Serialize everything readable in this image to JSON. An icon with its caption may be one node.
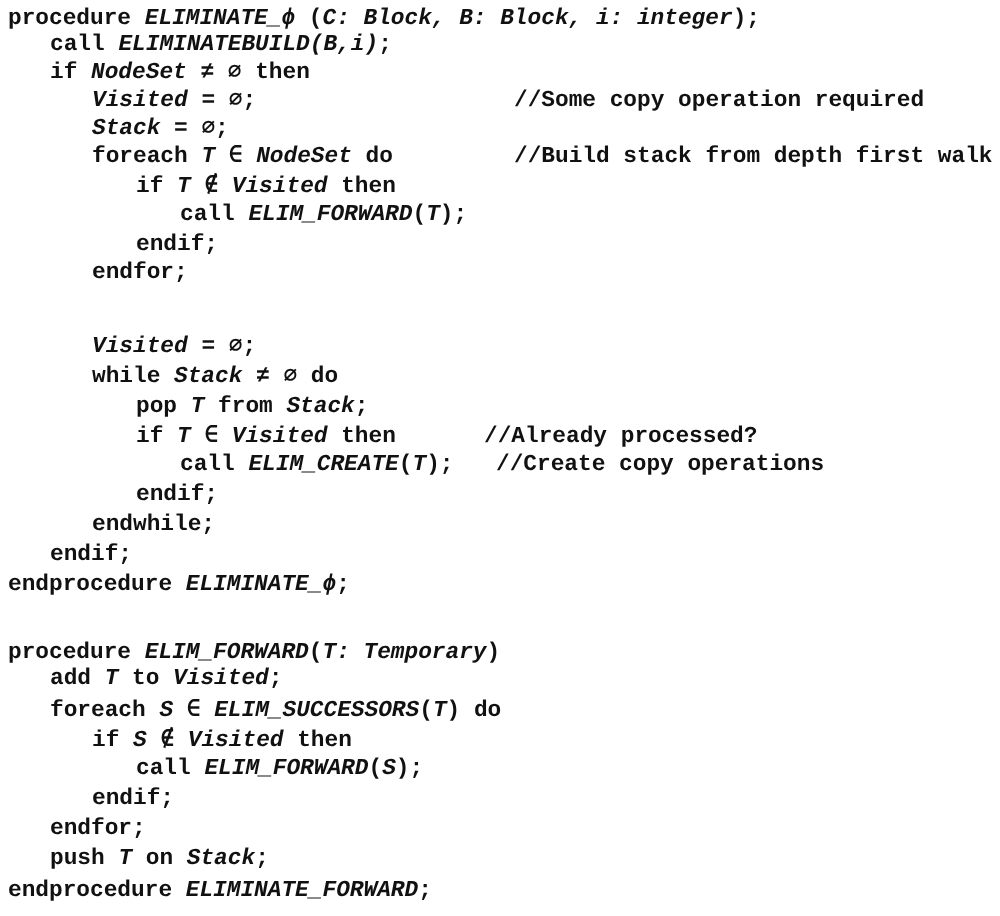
{
  "diagram": {
    "labels": [
      "procedure *ELIMINATE_ϕ* (*C: Block, B: Block, i: integer*);",
      "call *ELIMINATEBUILD(B,i)*;",
      "if *NodeSet* ≠ ∅ then",
      "*Visited* = ∅;",
      "//Some copy operation required",
      "*Stack* = ∅;",
      "foreach *T* ∈ *NodeSet* do",
      "//Build stack from depth first walk",
      "if *T* ∉ *Visited* then",
      "call *ELIM_FORWARD*(*T*);",
      "endif;",
      "endfor;",
      "*Visited* = ∅;",
      "while *Stack* ≠ ∅ do",
      "pop *T* from *Stack*;",
      "if *T* ∈ *Visited* then",
      "//Already processed?",
      "call *ELIM_CREATE*(*T*);",
      "//Create copy operations",
      "endif;",
      "endwhile;",
      "endif;",
      "endprocedure *ELIMINATE_ϕ*;",
      "procedure *ELIM_FORWARD*(*T: Temporary*)",
      "add *T* to *Visited*;",
      "foreach *S* ∈ *ELIM_SUCCESSORS*(*T*) do",
      "if *S* ∉ *Visited* then",
      "call *ELIM_FORWARD*(*S*);",
      "endif;",
      "endfor;",
      "push *T* on *Stack*;",
      "endprocedure *ELIMINATE_FORWARD*;"
    ]
  }
}
